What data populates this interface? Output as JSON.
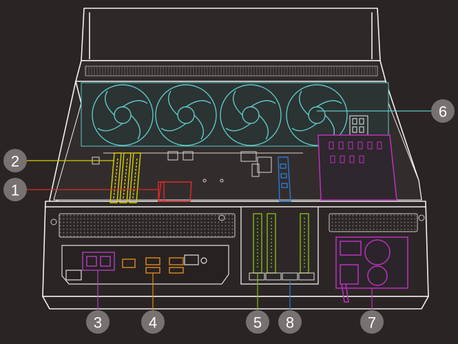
{
  "colors": {
    "background": "#2a2524",
    "outline": "#f2f2f2",
    "callout_circle": "#777270",
    "fans": "#5ec8c8",
    "memory": "#d8d000",
    "cpu": "#e02a2a",
    "rear_io_purple": "#b040c0",
    "rear_io_orange": "#e08a20",
    "pcie_green": "#88b81c",
    "pcie_blue": "#2a7ad8",
    "psu": "#c030c0"
  },
  "callouts": [
    {
      "id": "1",
      "label": "1",
      "color": "#e02a2a"
    },
    {
      "id": "2",
      "label": "2",
      "color": "#d8d000"
    },
    {
      "id": "3",
      "label": "3",
      "color": "#b040c0"
    },
    {
      "id": "4",
      "label": "4",
      "color": "#e08a20"
    },
    {
      "id": "5",
      "label": "5",
      "color": "#88b81c"
    },
    {
      "id": "6",
      "label": "6",
      "color": "#5ec8c8"
    },
    {
      "id": "7",
      "label": "7",
      "color": "#c030c0"
    },
    {
      "id": "8",
      "label": "8",
      "color": "#2a7ad8"
    }
  ]
}
